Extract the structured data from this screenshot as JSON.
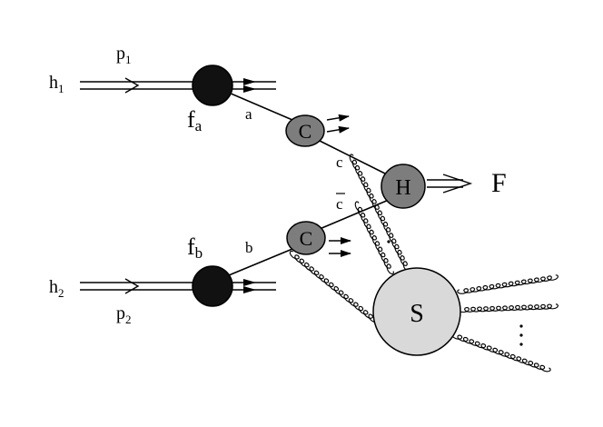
{
  "labels": {
    "h1": "h",
    "h1_sub": "1",
    "p1": "p",
    "p1_sub": "1",
    "fa": "f",
    "fa_sub": "a",
    "a": "a",
    "h2": "h",
    "h2_sub": "2",
    "p2": "p",
    "p2_sub": "2",
    "fb": "f",
    "fb_sub": "b",
    "b": "b",
    "c": "c",
    "cbar": "c",
    "C_top": "C",
    "C_bottom": "C",
    "H": "H",
    "S": "S",
    "F": "F"
  },
  "colors": {
    "pdf_blob": "#111111",
    "collinear_blob": "#7d7d7d",
    "hard_blob": "#7d7d7d",
    "soft_blob": "#d9d9d9",
    "ink": "#000000"
  }
}
